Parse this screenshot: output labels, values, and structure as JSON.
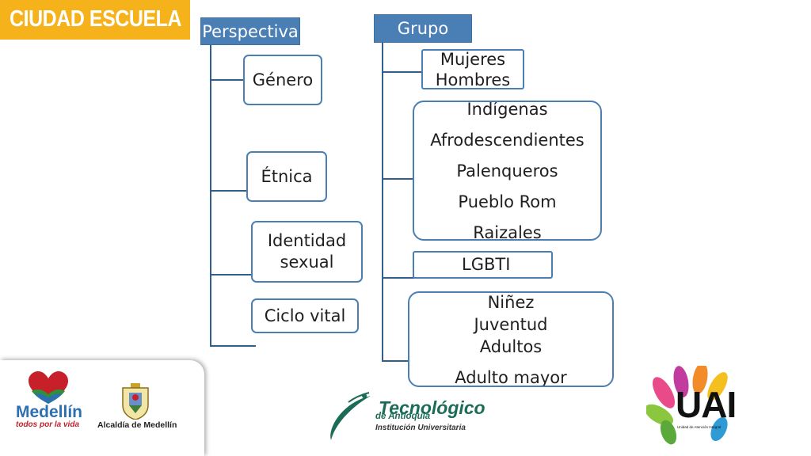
{
  "badge": {
    "text": "CIUDAD ESCUELA"
  },
  "perspectiva": {
    "header": "Perspectiva",
    "items": [
      "Género",
      "Étnica",
      "Identidad sexual",
      "Ciclo vital"
    ]
  },
  "grupo": {
    "header": "Grupo",
    "genero_lines": [
      "Mujeres",
      "Hombres"
    ],
    "etnica_lines": [
      "Indígenas",
      "Afrodescendientes",
      "Palenqueros",
      "Pueblo Rom",
      "Raizales"
    ],
    "identidad_lines": [
      "LGBTI"
    ],
    "ciclo_lines": [
      "Niñez",
      "Juventud",
      "Adultos",
      "Adulto mayor"
    ]
  },
  "logos": {
    "medellin": {
      "name": "Medellín",
      "tagline": "todos por la vida"
    },
    "alcaldia": {
      "name": "Alcaldía de Medellín"
    },
    "tecnologico": {
      "title": "Tecnológico",
      "subtitle": "de Antioquia",
      "institution": "Institución Universitaria"
    },
    "uai": {
      "acronym": "UAI",
      "full": "Unidad de Atención Integral"
    }
  },
  "colors": {
    "accent": "#4a7fb5",
    "badge": "#f5b21b",
    "connector": "#2f5f8a"
  }
}
